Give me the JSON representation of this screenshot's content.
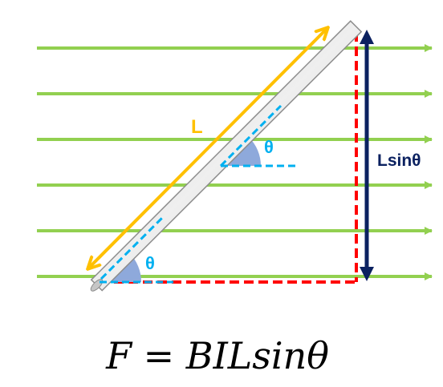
{
  "labels": {
    "length": "L",
    "angle_upper": "θ",
    "angle_lower": "θ",
    "vertical_side": "Lsinθ"
  },
  "formula": "F = BILsinθ",
  "colors": {
    "field_lines": "#92d050",
    "length_arrow": "#ffc000",
    "vertical_arrow": "#0b2160",
    "dashed_triangle": "#ff0000",
    "angle_lines": "#00b0f0",
    "angle_wedge": "#8ea9db",
    "conductor": "#d9d9d9"
  }
}
